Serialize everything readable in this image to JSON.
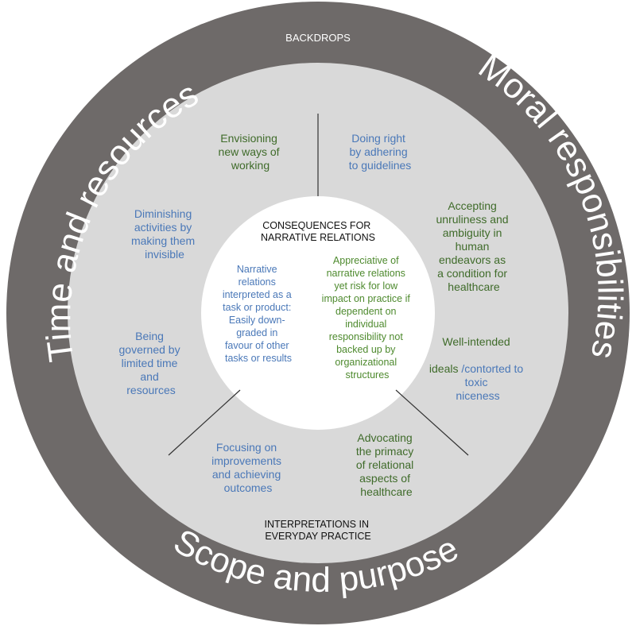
{
  "outer_ring": {
    "backdrops_label": "BACKDROPS",
    "left_label": "Time and resources",
    "right_label": "Moral responsibilities",
    "bottom_label": "Scope and purpose"
  },
  "middle_ring": {
    "interpretations_label": [
      "INTERPRETATIONS IN",
      "EVERYDAY PRACTICE"
    ],
    "items": {
      "envisioning": [
        "Envisioning",
        "new ways of",
        "working"
      ],
      "doing_right": [
        "Doing right",
        "by adhering",
        "to guidelines"
      ],
      "diminishing": [
        "Diminishing",
        "activities by",
        "making them",
        "invisible"
      ],
      "accepting": [
        "Accepting",
        "unruliness and",
        "ambiguity in",
        "human",
        "endeavors as",
        "a condition for",
        "healthcare"
      ],
      "governed": [
        "Being",
        "governed by",
        "limited time",
        "and",
        "resources"
      ],
      "well_intended_line1": "Well-intended",
      "well_intended_line2a": "ideals",
      "well_intended_line2b": "/contorted to",
      "well_intended_line3": "toxic",
      "well_intended_line4": "niceness",
      "focusing": [
        "Focusing on",
        "improvements",
        "and achieving",
        "outcomes"
      ],
      "advocating": [
        "Advocating",
        "the primacy",
        "of relational",
        "aspects of",
        "healthcare"
      ]
    }
  },
  "center": {
    "title": [
      "CONSEQUENCES FOR",
      "NARRATIVE RELATIONS"
    ],
    "left_text": [
      "Narrative",
      "relations",
      "interpreted as a",
      "task or product:",
      "Easily down-",
      "graded in",
      "favour of other",
      "tasks or results"
    ],
    "right_text": [
      "Appreciative of",
      "narrative relations",
      "yet risk for low",
      "impact on practice if",
      "dependent on",
      "individual",
      "responsibility not",
      "backed up by",
      "organizational",
      "structures"
    ]
  },
  "colors": {
    "outer_ring": "#6e6a69",
    "middle_ring": "#d9d9d9",
    "center": "#ffffff",
    "blue_text": "#4a78b8",
    "green_text": "#3f6b2a"
  }
}
